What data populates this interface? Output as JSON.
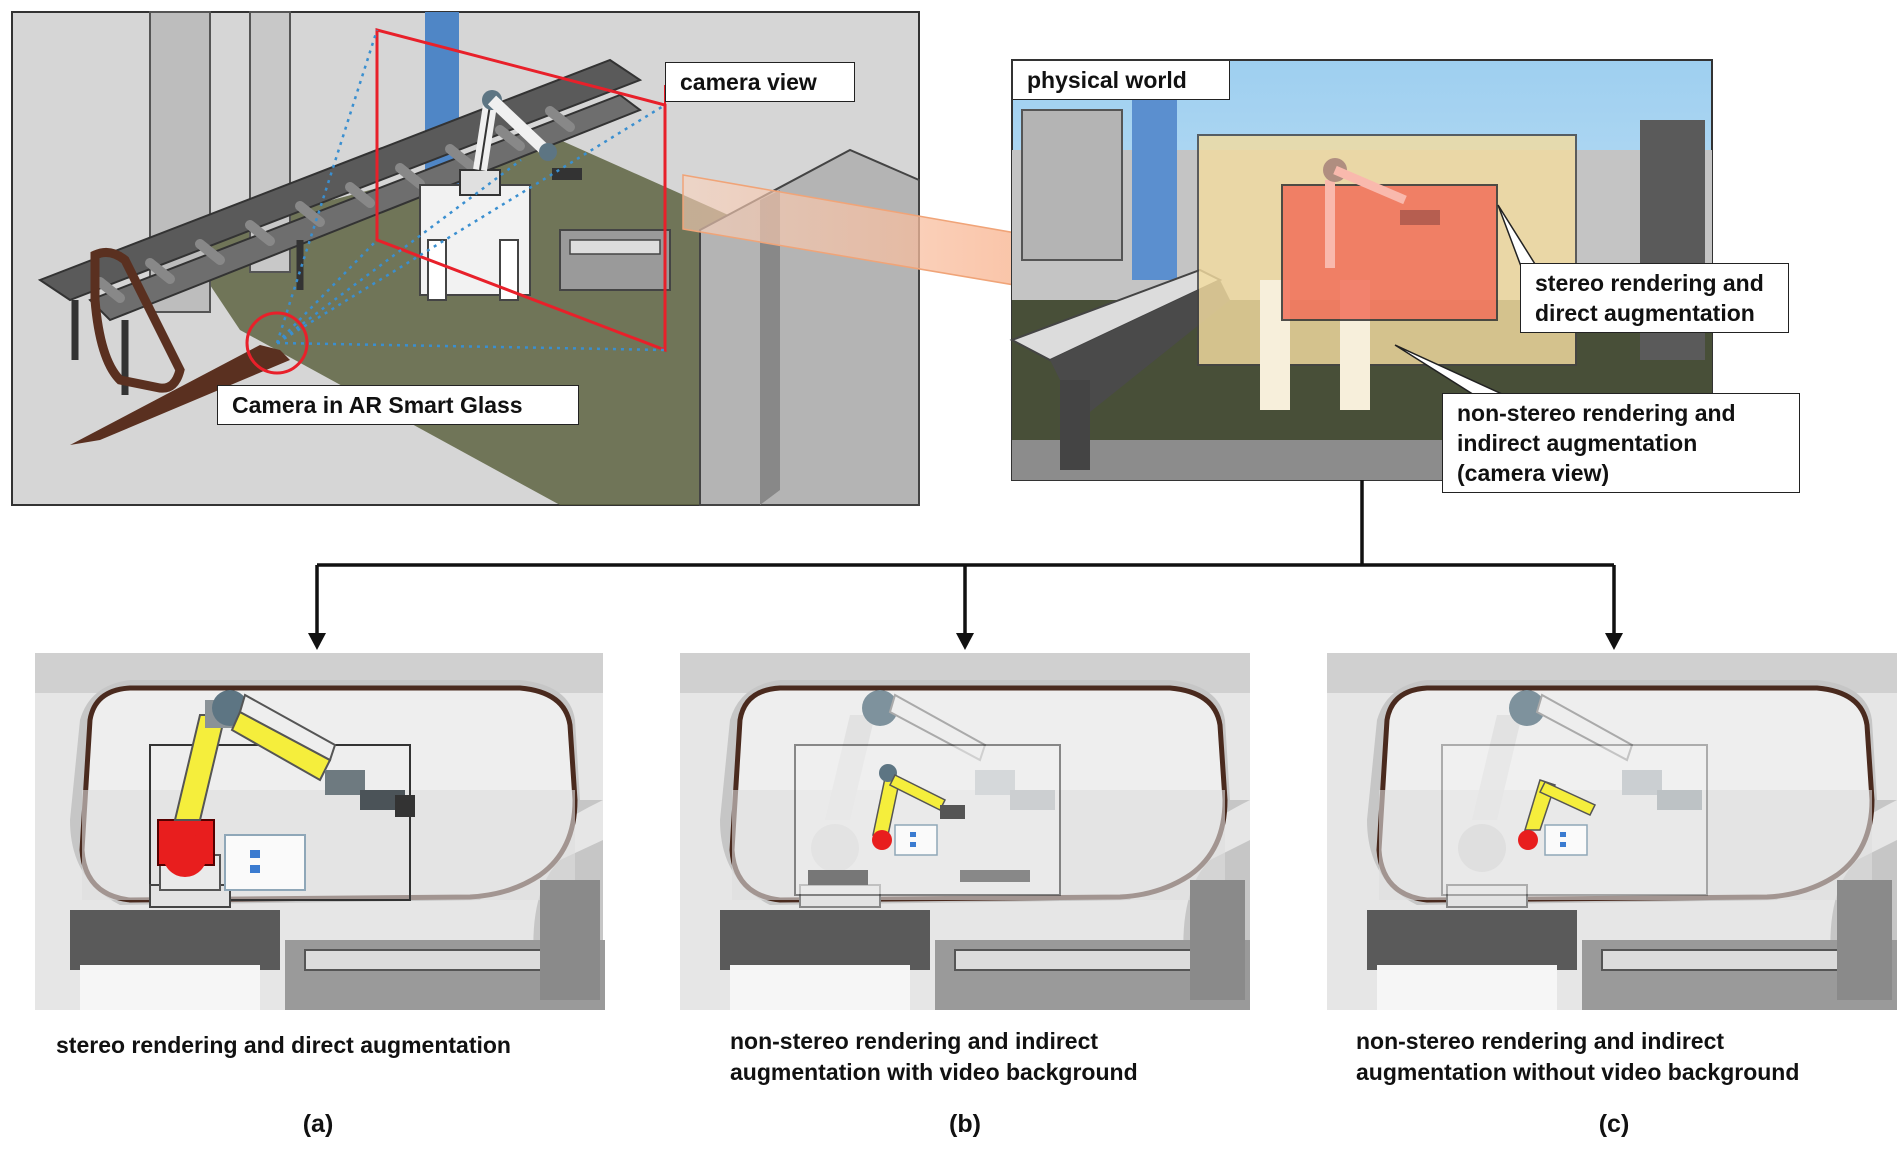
{
  "top_left_panel": {
    "callout_camera_view": "camera view",
    "callout_camera_in_glass": "Camera in AR Smart Glass"
  },
  "top_right_panel": {
    "title": "physical world",
    "callout_stereo": "stereo rendering and\ndirect augmentation",
    "callout_nonstereo": "non-stereo rendering and\nindirect augmentation\n(camera view)"
  },
  "bottom_panels": [
    {
      "caption": "stereo rendering and direct augmentation",
      "label": "(a)"
    },
    {
      "caption": "non-stereo rendering and indirect\naugmentation with video background",
      "label": "(b)"
    },
    {
      "caption": "non-stereo rendering and indirect\naugmentation without video background",
      "label": "(c)"
    }
  ],
  "colors": {
    "camera_frustum": "#e8202a",
    "stereo_region": "#f2705a",
    "camera_view_region": "#f3dca0",
    "robot_arm_link": "#f5ee3c",
    "robot_joint_highlight": "#e81e1e",
    "glass_frame": "#5a3020",
    "arrow": "#f6a57a"
  }
}
